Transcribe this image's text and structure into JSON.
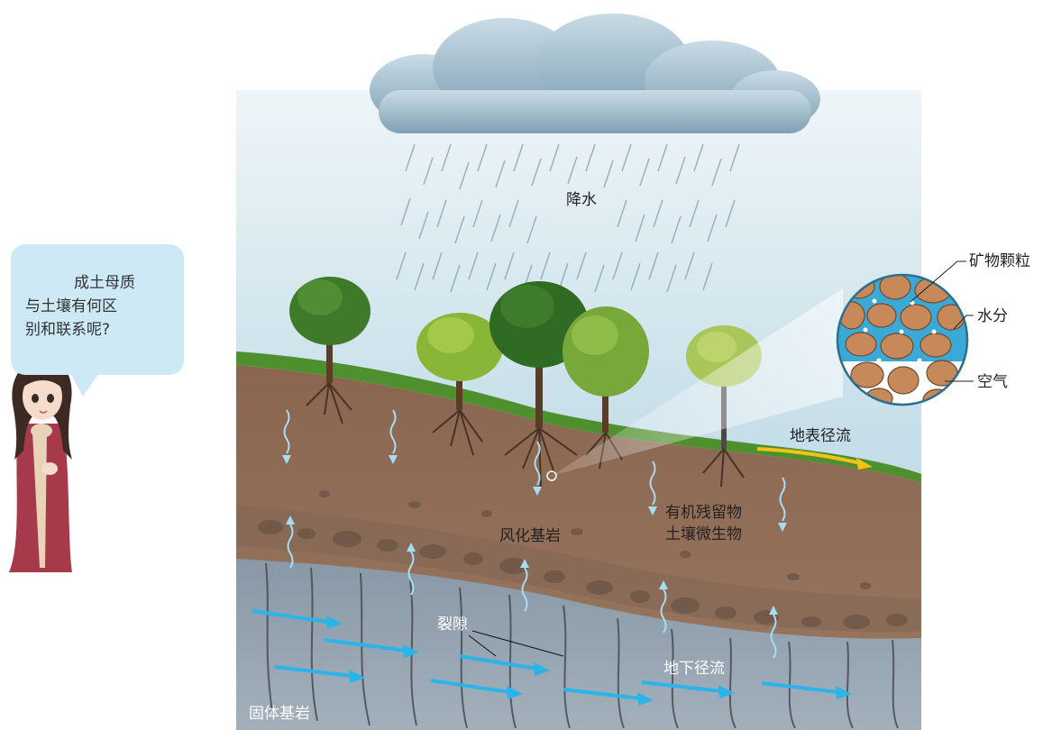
{
  "speech_bubble": {
    "line1": "成土母质",
    "line2": "与土壤有何区",
    "line3": "别和联系呢?"
  },
  "labels": {
    "precipitation": "降水",
    "mineral_particles": "矿物颗粒",
    "water": "水分",
    "air": "空气",
    "surface_runoff": "地表径流",
    "organic_residue": "有机残留物",
    "soil_microbes": "土壤微生物",
    "weathered_bedrock": "风化基岩",
    "fissures": "裂隙",
    "underground_runoff": "地下径流",
    "solid_bedrock": "固体基岩"
  },
  "colors": {
    "sky": "#c7dfe9",
    "soil": "#8c6a52",
    "bedrock": "#8e9dab",
    "grass": "#4e8f2e",
    "water_arrow": "#2ab4ea",
    "runoff_arrow": "#f0c21a",
    "mineral": "#c7885a",
    "water_film": "#3aa9d6"
  }
}
